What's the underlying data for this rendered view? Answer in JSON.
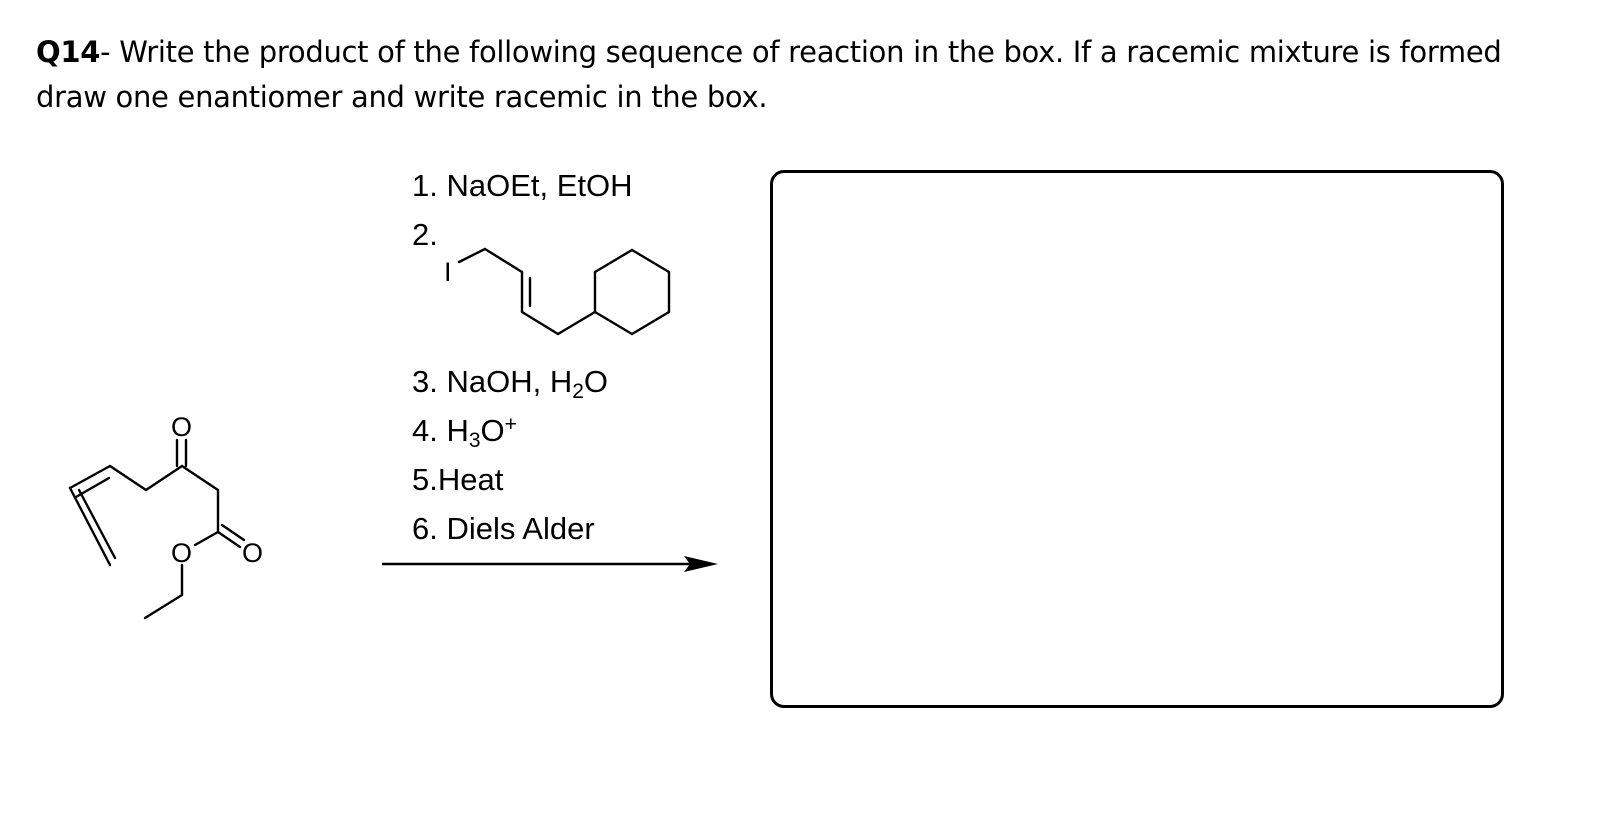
{
  "question": {
    "number": "Q14",
    "separator": "- ",
    "text": "Write the product of the following sequence of reaction in the box. If a racemic mixture is formed draw one enantiomer and write racemic in the box."
  },
  "reagents": {
    "step1": "1. NaOEt, EtOH",
    "step2": "2.",
    "step3_prefix": "3. NaOH, H",
    "step3_sub": "2",
    "step3_suffix": "O",
    "step4_prefix": "4. H",
    "step4_sub": "3",
    "step4_main": "O",
    "step4_sup": "+",
    "step5": "5.Heat",
    "step6": "6. Diels Alder"
  },
  "structures": {
    "alkyl_halide_atom": "I",
    "ketoester_ketone_oxygen": "O",
    "ketoester_ester_oxygen": "O",
    "ketoester_carbonyl_oxygen": "O"
  },
  "answer_box": {
    "content": ""
  }
}
